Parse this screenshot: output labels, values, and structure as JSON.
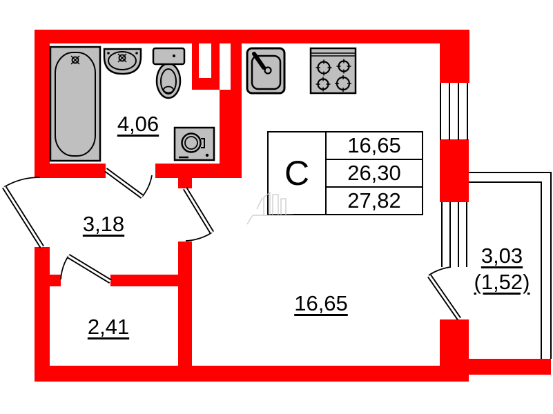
{
  "unit_table": {
    "type_label": "С",
    "areas": [
      "16,65",
      "26,30",
      "27,82"
    ]
  },
  "labels": {
    "bathroom": "4,06",
    "hallway": "3,18",
    "storage": "2,41",
    "living_kitchen": "16,65",
    "balcony": "3,03",
    "balcony_reduced": "(1,52)"
  },
  "icons": [
    "bathtub-icon",
    "washbasin-icon",
    "toilet-icon",
    "washing-machine-icon",
    "kitchen-sink-icon",
    "stove-icon",
    "window-icon",
    "door-swing-icon",
    "balcony-outline",
    "watermark-icon"
  ],
  "colors": {
    "wall": "#ff0000",
    "fixture_fill": "#bfbfbf",
    "line": "#000000",
    "watermark": "#c4c4c4"
  }
}
